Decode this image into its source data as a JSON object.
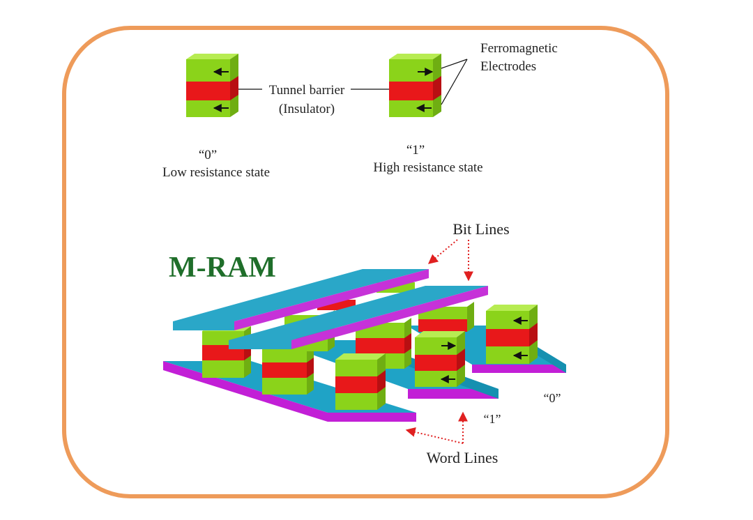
{
  "labels": {
    "tunnel_barrier": "Tunnel barrier",
    "insulator": "(Insulator)",
    "ferromagnetic": "Ferromagnetic",
    "electrodes": "Electrodes",
    "state0_value": "“0”",
    "state0_desc": "Low resistance state",
    "state1_value": "“1”",
    "state1_desc": "High resistance state",
    "title": "M-RAM",
    "bit_lines": "Bit Lines",
    "word_lines": "Word Lines",
    "cell_one": "“1”",
    "cell_zero": "“0”"
  },
  "colors": {
    "frame": "#ee9b5a",
    "electrode_front": "#8bd31a",
    "electrode_top": "#b7ec52",
    "electrode_side": "#6fae12",
    "barrier_front": "#e8181a",
    "barrier_side": "#b80f12",
    "word_line_top": "#1fa3c6",
    "word_line_edge": "#c21fd6",
    "bit_line_top": "#c632d8",
    "bit_line_edge": "#2aa7c8",
    "title": "#1f6e2a",
    "arrow_red": "#e02020"
  }
}
